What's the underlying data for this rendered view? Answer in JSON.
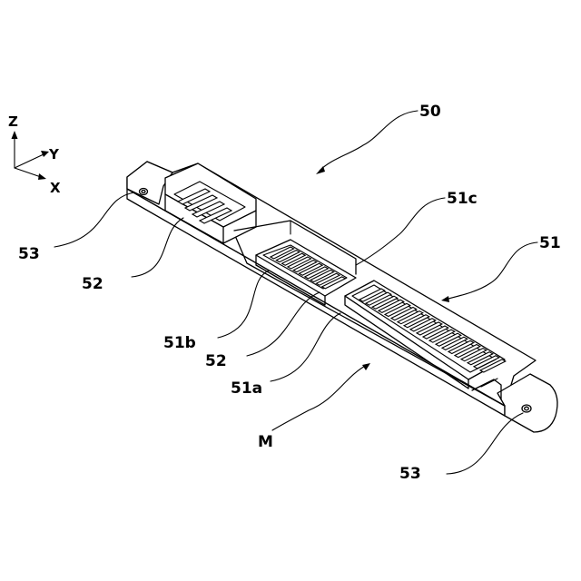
{
  "axes": {
    "z": "Z",
    "y": "Y",
    "x": "X"
  },
  "labels": {
    "assembly": "50",
    "connector": "51",
    "slot_large": "51a",
    "slot_small": "51b",
    "rib": "51c",
    "terminal_upper": "52",
    "terminal_lower": "52",
    "hole_left": "53",
    "hole_right": "53",
    "mounting_face": "M"
  },
  "colors": {
    "line": "#000000",
    "background": "#ffffff"
  }
}
